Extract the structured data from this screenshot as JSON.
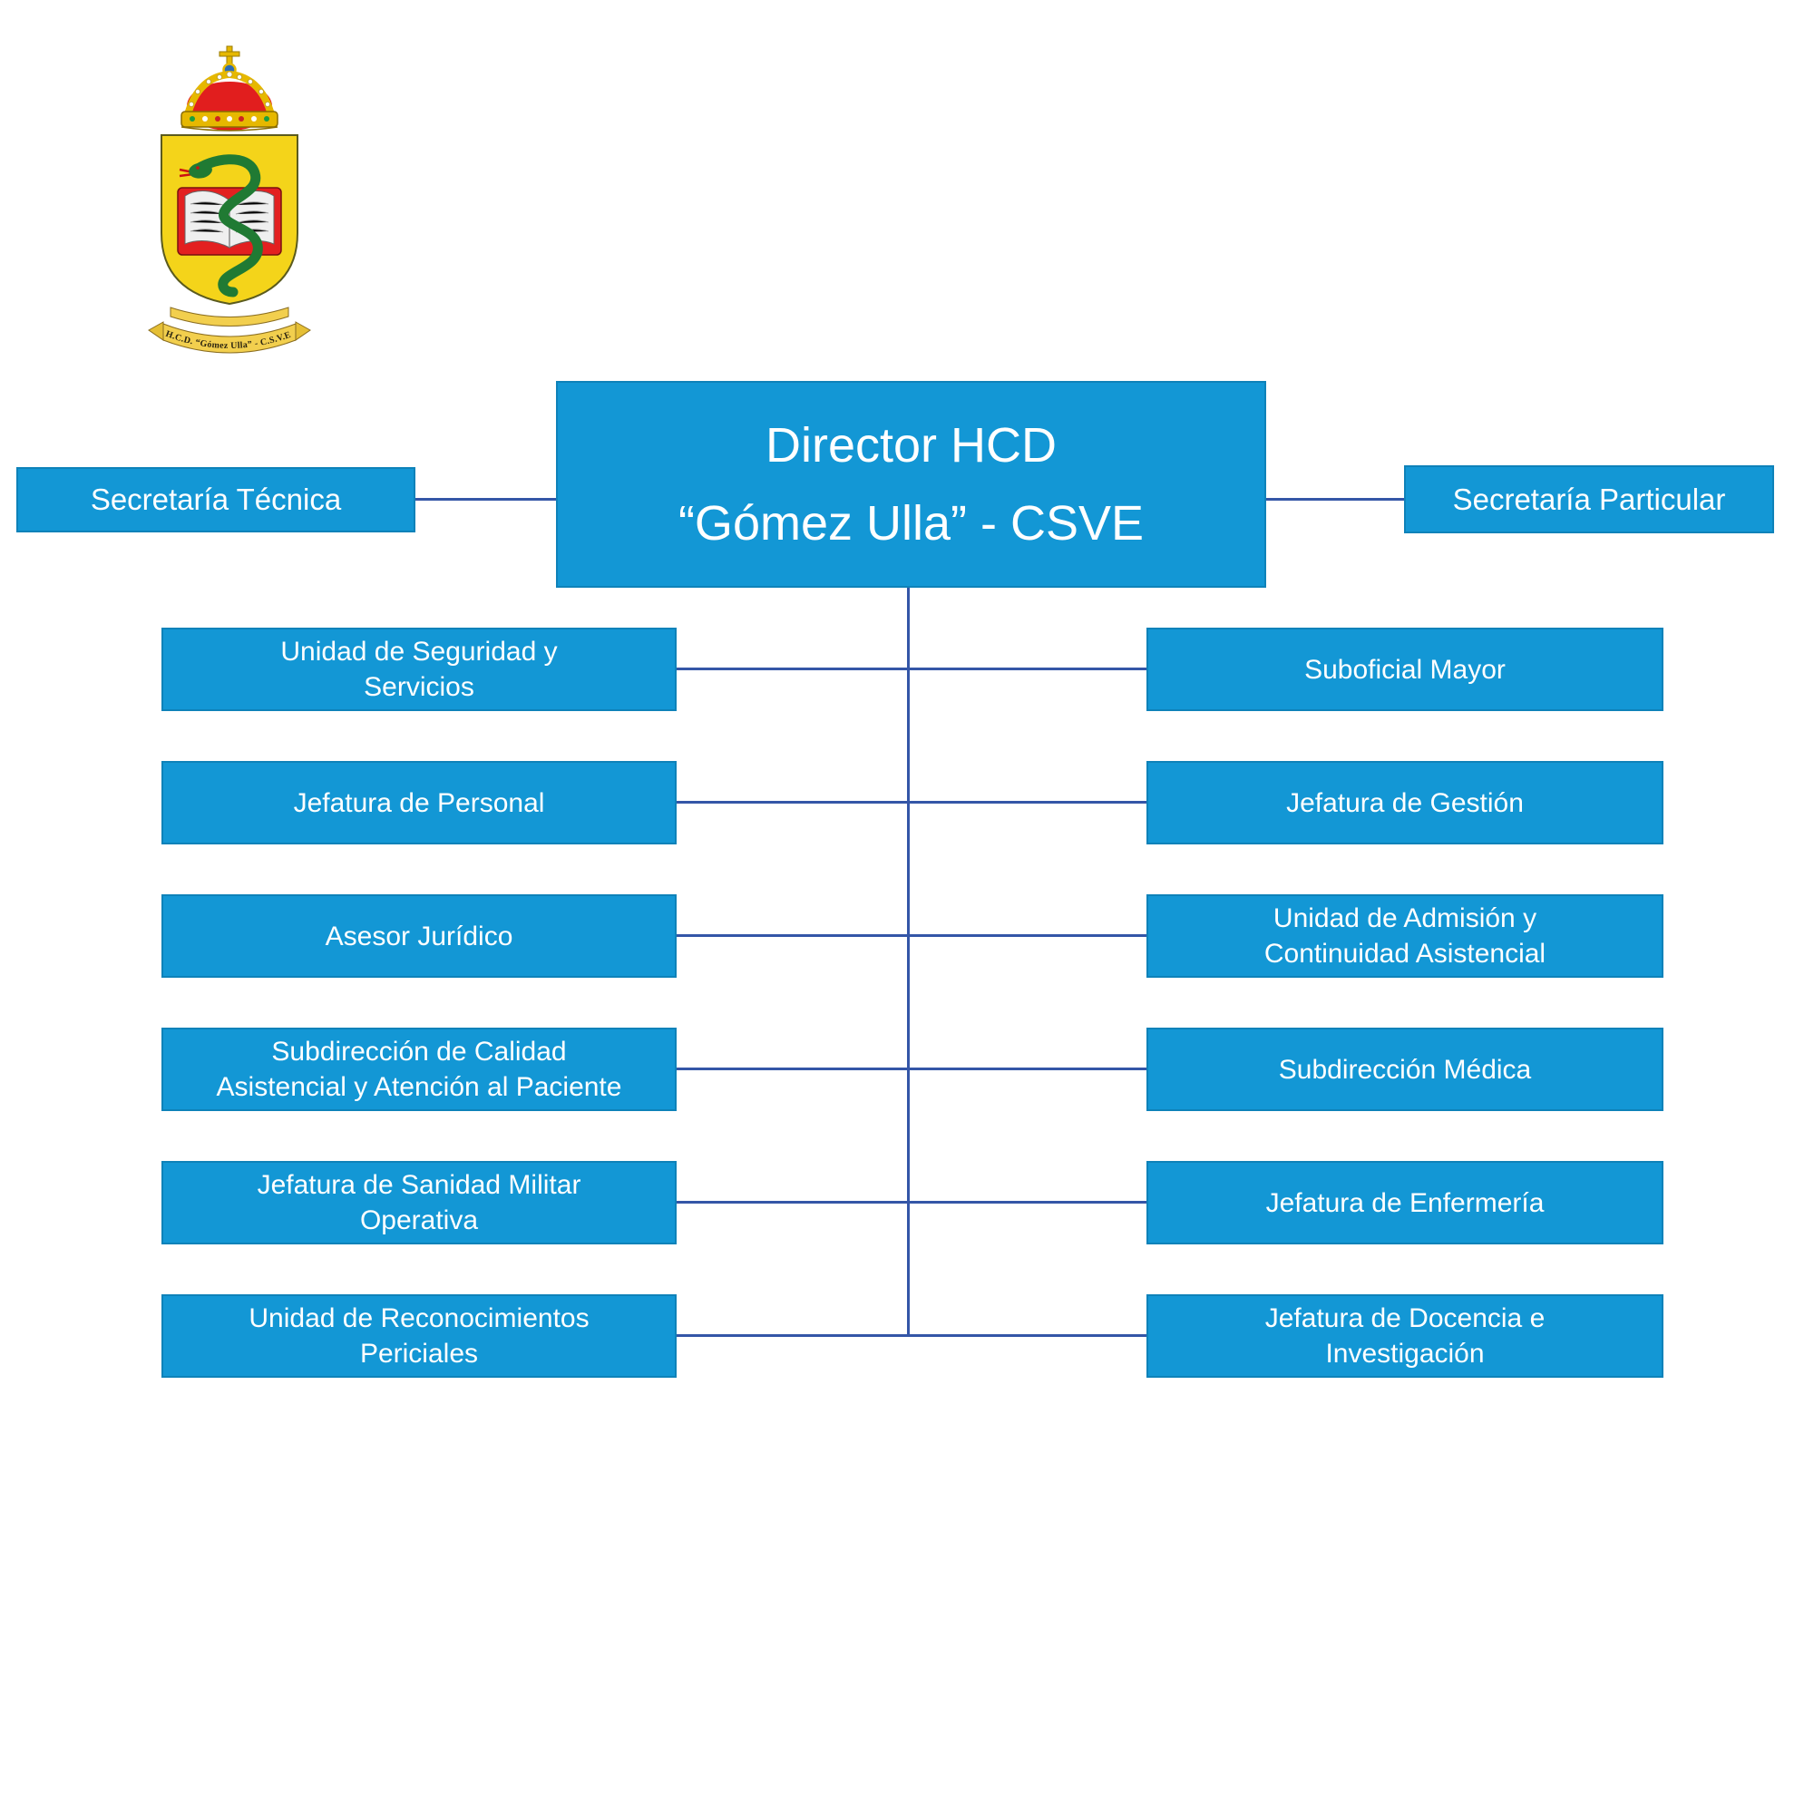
{
  "org": {
    "root": {
      "line1": "Director HCD",
      "line2": "“Gómez Ulla” - CSVE"
    },
    "secretaria_tecnica": "Secretaría Técnica",
    "secretaria_particular": "Secretaría Particular",
    "left_column": [
      "Unidad de Seguridad y\nServicios",
      "Jefatura de Personal",
      "Asesor Jurídico",
      "Subdirección de Calidad\nAsistencial y Atención al Paciente",
      "Jefatura de Sanidad Militar\nOperativa",
      "Unidad de Reconocimientos\nPericiales"
    ],
    "right_column": [
      "Suboficial Mayor",
      "Jefatura de Gestión",
      "Unidad de Admisión y\nContinuidad Asistencial",
      "Subdirección Médica",
      "Jefatura de Enfermería",
      "Jefatura de Docencia e\nInvestigación"
    ]
  },
  "emblem": {
    "banner_text": "H.C.D. “Gómez Ulla” - C.S.V.E."
  },
  "colors": {
    "box_fill": "#1397d5",
    "box_border": "#0e82b9",
    "box_text": "#ffffff",
    "connector": "#3456a7",
    "shield_yellow": "#f4d41a",
    "crown_red": "#e11e1e",
    "gold": "#e6b800",
    "serpent_green": "#207a33"
  }
}
